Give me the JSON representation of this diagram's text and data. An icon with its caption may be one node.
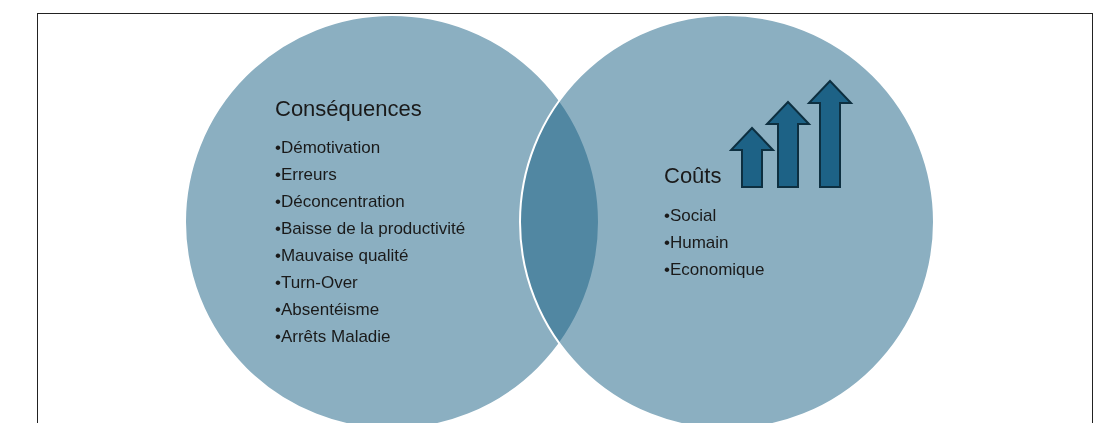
{
  "diagram": {
    "nodes": [
      {
        "text": [
          "Conséquences",
          "•Démotivation",
          "•Erreurs",
          "•Déconcentration",
          "•Baisse de la productivité",
          "•Mauvaise qualité",
          "•Turn-Over",
          "•Absentéisme",
          "•Arrêts Maladie"
        ]
      },
      {
        "text": [
          "Coûts",
          "•Social",
          "•Humain",
          "•Economique"
        ]
      }
    ],
    "edges": []
  }
}
